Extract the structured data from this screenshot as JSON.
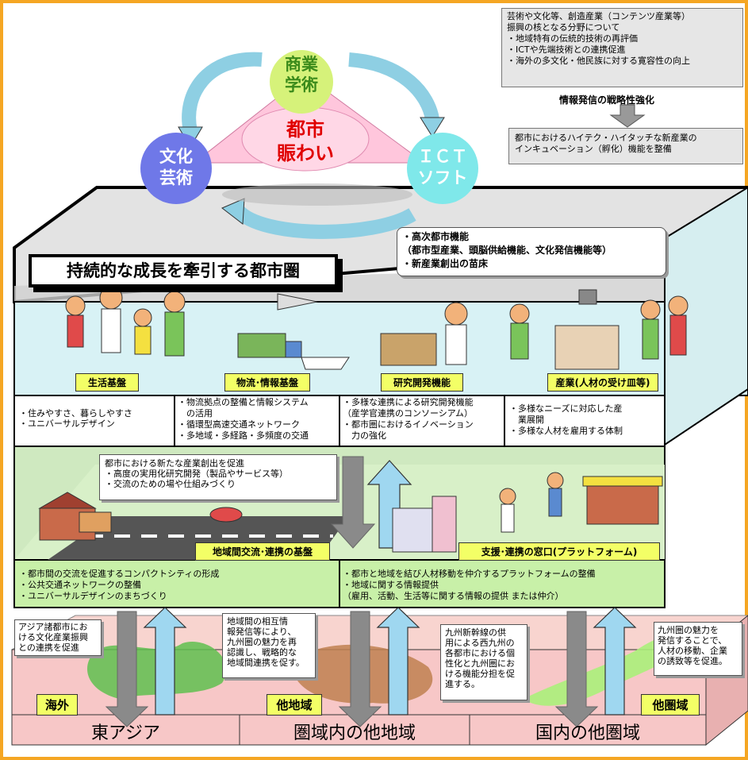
{
  "top_note": {
    "text": "芸術や文化等、創造産業（コンテンツ産業等）\n振興の核となる分野について\n・地域特有の伝統的技術の再評価\n・ICTや先端技術との連携促進\n・海外の多文化・他民族に対する寛容性の向上"
  },
  "strategy_label": "情報発信の戦略性強化",
  "hitech_note": "都市におけるハイテク・ハイタッチな新産業の\nインキュベーション（孵化）機能を整備",
  "circles": {
    "commerce": "商業\n学術",
    "culture": "文化\n芸術",
    "ict": "ＩＣＴ\nソフト",
    "center": "都市\n賑わい"
  },
  "advanced_functions": "・高次都市機能\n（都市型産業、頭脳供給機能、文化発信機能等）\n・新産業創出の苗床",
  "main_title": "持続的な成長を牽引する都市圏",
  "pillars": [
    {
      "label": "生活基盤",
      "desc": "・住みやすさ、暮らしやすさ\n・ユニバーサルデザイン"
    },
    {
      "label": "物流･情報基盤",
      "desc": "・物流拠点の整備と情報システム\n　の活用\n・循環型高速交通ネットワーク\n・多地域・多経路・多頻度の交通"
    },
    {
      "label": "研究開発機能",
      "desc": "・多様な連携による研究開発機能\n（産学官連携のコンソーシアム）\n・都市圏におけるイノベーション\n　力の強化"
    },
    {
      "label": "産業(人材の受け皿等)",
      "desc": "・多様なニーズに対応した産\n　業展開\n・多様な人材を雇用する体制"
    }
  ],
  "new_industry_note": "都市における新たな産業創出を促進\n・高度の実用化研究開発（製品やサービス等）\n・交流のための場や仕組みづくり",
  "regional_label": "地域間交流･連携の基盤",
  "platform_label": "支援･連携の窓口(プラットフォーム)",
  "regional_desc": "・都市間の交流を促進するコンパクトシティの形成\n・公共交通ネットワークの整備\n・ユニバーサルデザインのまちづくり",
  "platform_desc": "・都市と地域を結び人材移動を仲介するプラットフォームの整備\n・地域に関する情報提供\n（雇用、活動、生活等に関する情報の提供 または仲介）",
  "notes_bottom": [
    "アジア諸都市にお\nける文化産業振興\nとの連携を促進",
    "地域間の相互情\n報発信等により、\n九州圏の魅力を再\n認識し、戦略的な\n地域間連携を促す。",
    "九州新幹線の供\n用による西九州の\n各都市における個\n性化と九州圏にお\nける機能分担を促\n進する。",
    "九州圏の魅力を\n発信することで、\n人材の移動、企業\nの誘致等を促進。"
  ],
  "region_tags": [
    "海外",
    "他地域",
    "他圏域"
  ],
  "bottom_labels": [
    "東アジア",
    "圏域内の他地域",
    "国内の他圏域"
  ],
  "colors": {
    "frame": "#f5a623",
    "pillar_label": "#f3ff66",
    "lower_panel": "#cfe9c0",
    "bottom_band": "#f7c7c7"
  }
}
